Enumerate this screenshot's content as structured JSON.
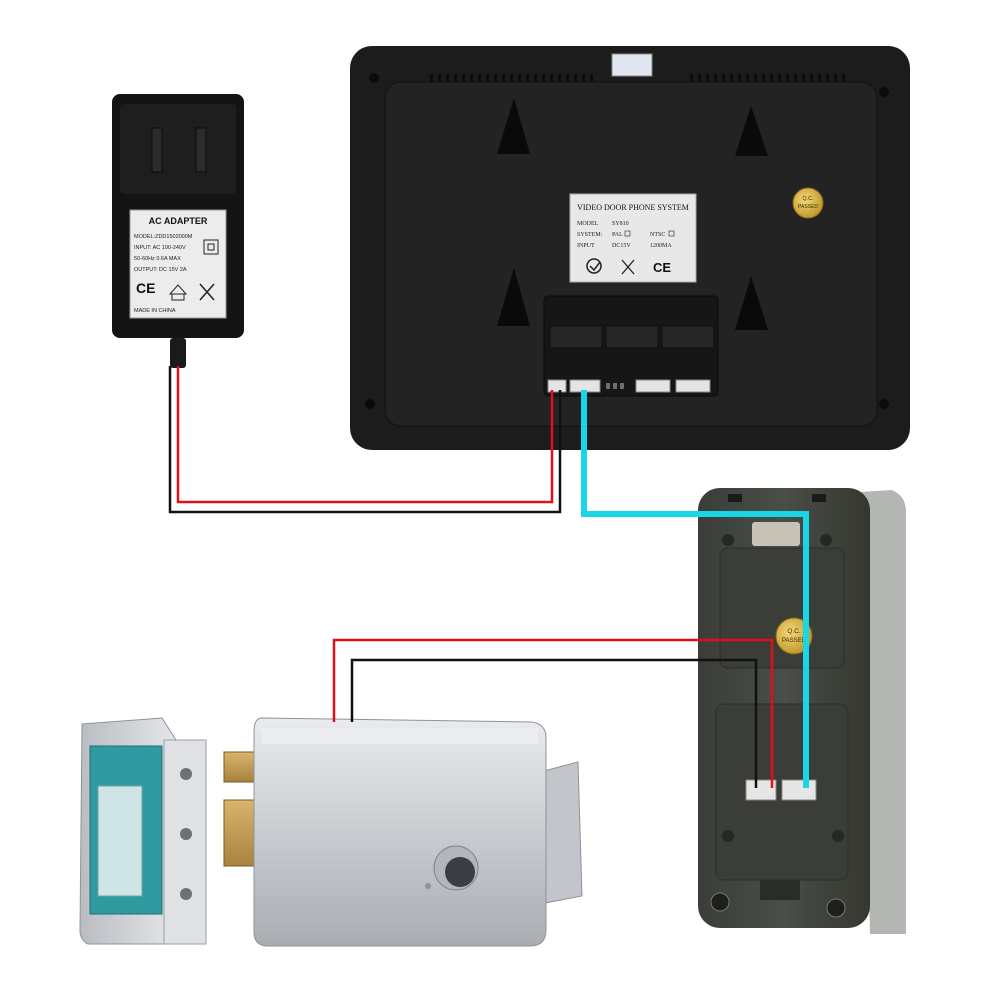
{
  "adapter": {
    "title": "AC ADAPTER",
    "model": "MODEL:ZDD1502000M",
    "input": "INPUT: AC 100-240V",
    "freq": "50-60Hz  0.6A MAX",
    "output": "OUTPUT: DC 15V 2A",
    "ce": "CE",
    "made_in": "MADE IN CHINA"
  },
  "monitor": {
    "label_title": "VIDEO DOOR PHONE SYSTEM",
    "model_key": "MODEL",
    "model_val": "SY810",
    "system_key": "SYSTEM:",
    "system_pal": "PAL",
    "system_ntsc": "NTSC",
    "input_key": "INPUT",
    "input_val": "DC15V",
    "current_val": "1200MA",
    "ce": "CE",
    "qc_line1": "Q.C.",
    "qc_line2": "PASSED"
  },
  "door_camera": {
    "qc_line1": "Q.C.",
    "qc_line2": "PASSED"
  },
  "colors": {
    "power_wire": "#e0101a",
    "ground_wire": "#111111",
    "video_wire": "#19d6e6",
    "device_black": "#1b1b1b",
    "lock_silver": "#c9ccd0",
    "strike_teal": "#2f9aa0"
  }
}
